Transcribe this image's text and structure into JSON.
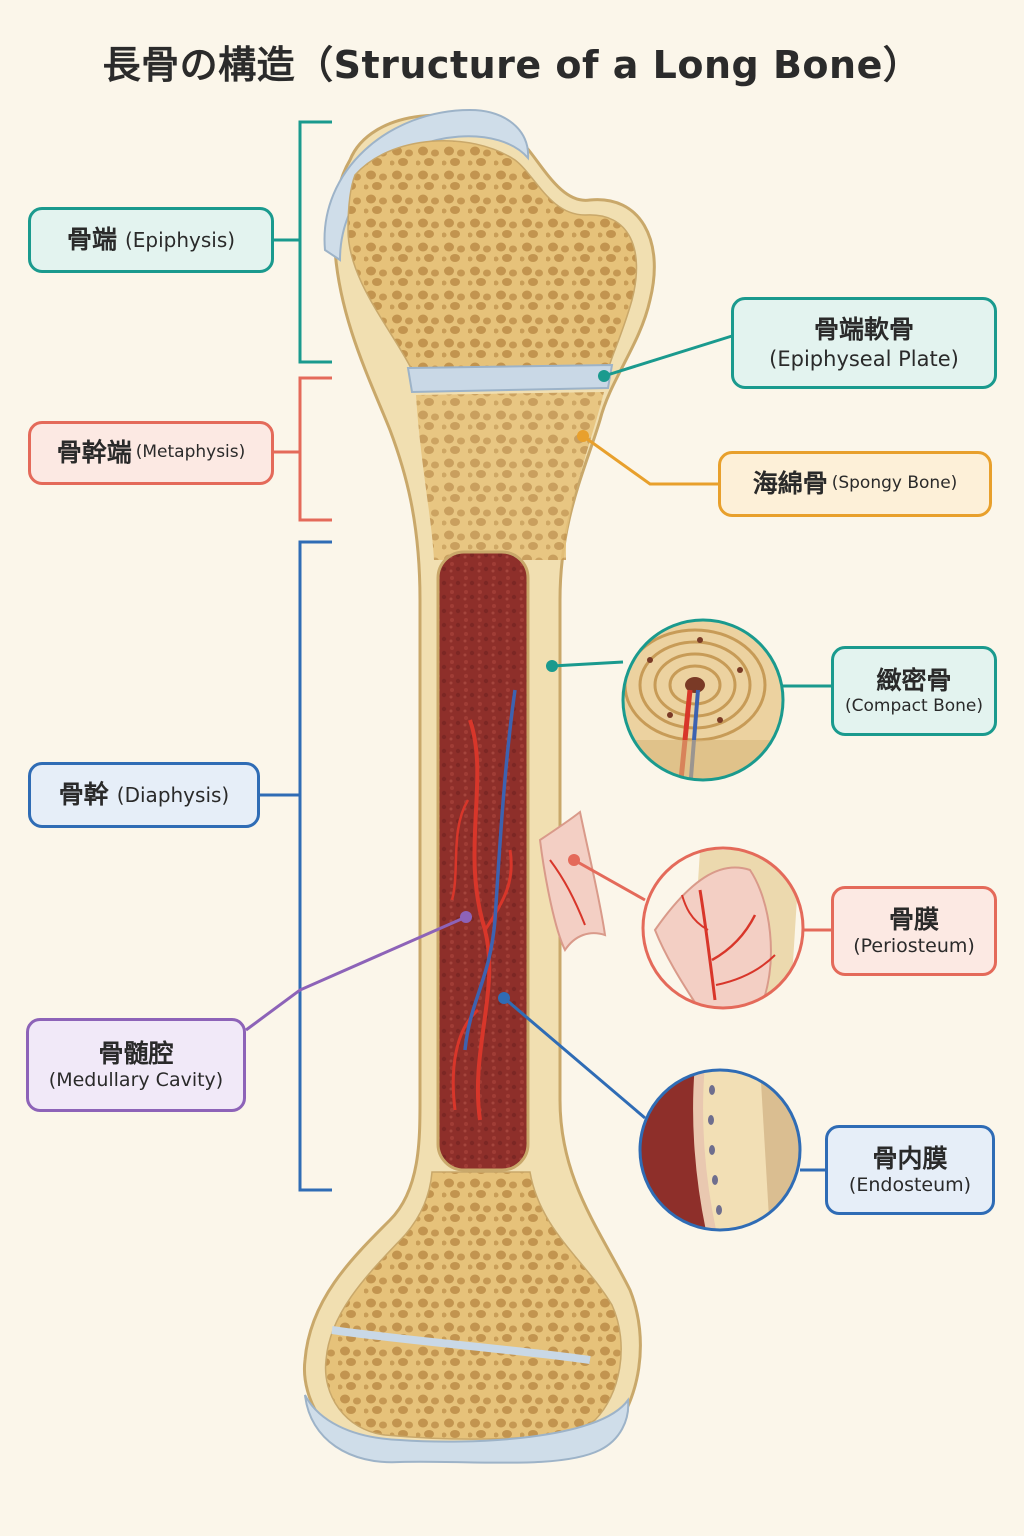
{
  "title": "長骨の構造（Structure of a Long Bone）",
  "labels": {
    "epiphysis": {
      "jp": "骨端",
      "en": "(Epiphysis)"
    },
    "metaphysis": {
      "jp": "骨幹端",
      "en": "(Metaphysis)"
    },
    "diaphysis": {
      "jp": "骨幹",
      "en": "(Diaphysis)"
    },
    "medullary_cavity": {
      "jp": "骨髄腔",
      "en": "(Medullary Cavity)"
    },
    "epiphyseal_plate": {
      "jp": "骨端軟骨",
      "en": "(Epiphyseal Plate)"
    },
    "spongy_bone": {
      "jp": "海綿骨",
      "en": "(Spongy Bone)"
    },
    "compact_bone": {
      "jp": "緻密骨",
      "en": "(Compact Bone)"
    },
    "periosteum": {
      "jp": "骨膜",
      "en": "(Periosteum)"
    },
    "endosteum": {
      "jp": "骨内膜",
      "en": "(Endosteum)"
    }
  },
  "colors": {
    "teal": "#1a9a8e",
    "red": "#e46a5a",
    "blue": "#2f6cb5",
    "purple": "#8d63b8",
    "orange": "#e8a02c",
    "bone": "#f1dfb1",
    "spongy": "#e3bd72",
    "marrow": "#8e2f2a",
    "cartilage": "#c9d8e6"
  }
}
